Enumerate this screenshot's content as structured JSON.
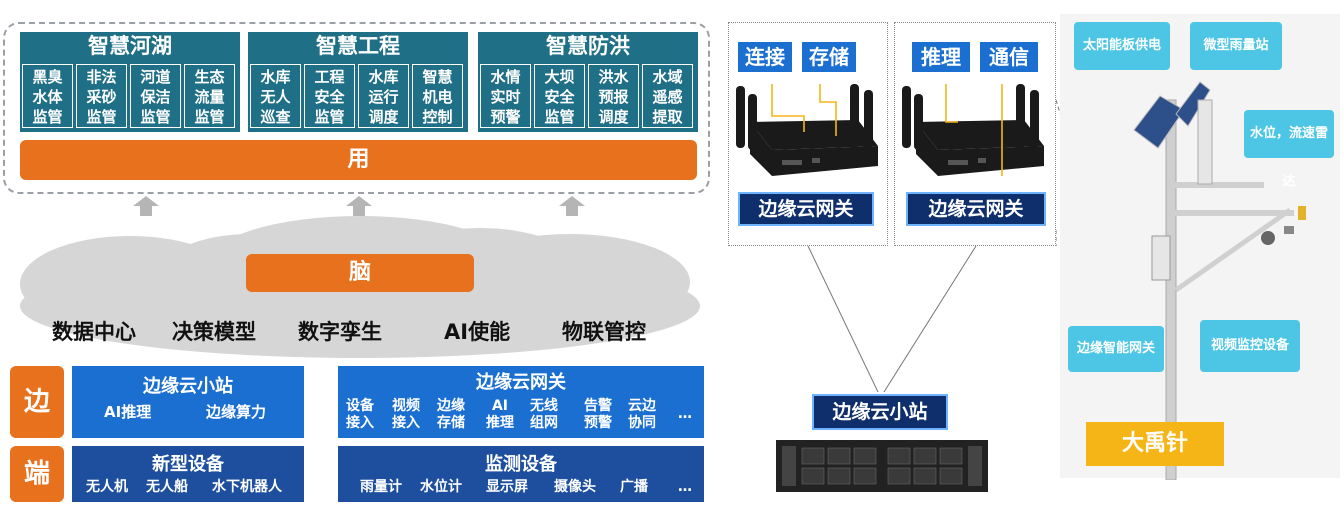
{
  "app_layer": {
    "groups": [
      {
        "title": "智慧河湖",
        "items": [
          "黑臭\n水体\n监管",
          "非法\n采砂\n监管",
          "河道\n保洁\n监管",
          "生态\n流量\n监管"
        ]
      },
      {
        "title": "智慧工程",
        "items": [
          "水库\n无人\n巡查",
          "工程\n安全\n监管",
          "水库\n运行\n调度",
          "智慧\n机电\n控制"
        ]
      },
      {
        "title": "智慧防洪",
        "items": [
          "水情\n实时\n预警",
          "大坝\n安全\n监管",
          "洪水\n预报\n调度",
          "水域\n遥感\n提取"
        ]
      }
    ],
    "bar_label": "用"
  },
  "brain": {
    "label": "脑",
    "capabilities": [
      "数据中心",
      "决策模型",
      "数字孪生",
      "AI使能",
      "物联管控"
    ]
  },
  "edge": {
    "side_label": "边",
    "station": {
      "title": "边缘云小站",
      "items": [
        "AI推理",
        "边缘算力"
      ]
    },
    "gateway": {
      "title": "边缘云网关",
      "items": [
        "设备\n接入",
        "视频\n接入",
        "边缘\n存储",
        "AI\n推理",
        "无线\n组网",
        "告警\n预警",
        "云边\n协同",
        "…"
      ]
    }
  },
  "end": {
    "side_label": "端",
    "new_devices": {
      "title": "新型设备",
      "items": [
        "无人机",
        "无人船",
        "水下机器人"
      ]
    },
    "monitoring": {
      "title": "监测设备",
      "items": [
        "雨量计",
        "水位计",
        "显示屏",
        "摄像头",
        "广播",
        "…"
      ]
    }
  },
  "right": {
    "gateway_panels": [
      {
        "tags": [
          "连接",
          "存储"
        ],
        "label": "边缘云网关"
      },
      {
        "tags": [
          "推理",
          "通信"
        ],
        "label": "边缘云网关"
      }
    ],
    "station_label": "边缘云小站",
    "pole": {
      "callouts": [
        "太阳能板供电",
        "微型雨量站",
        "水位，流速雷达",
        "边缘智能网关",
        "视频监控设备"
      ],
      "name": "大禹针"
    }
  },
  "colors": {
    "orange": "#e7711c",
    "teal": "#1f6f87",
    "blue": "#1a6fd1",
    "dark_blue": "#1d4f9e",
    "cyan": "#4cc6e4",
    "yellow": "#f5b517"
  }
}
